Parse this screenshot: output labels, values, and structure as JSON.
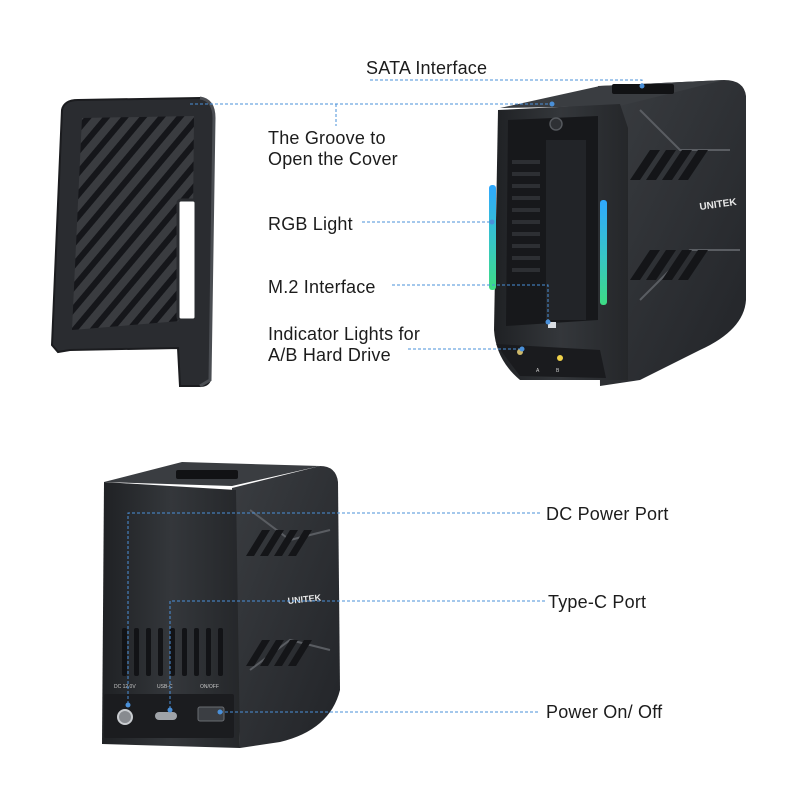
{
  "top_product": {
    "brand_logo_text": "UNITEK",
    "slot_labels": [
      "A",
      "B"
    ],
    "callouts": {
      "sata_interface": "SATA Interface",
      "groove_line1": "The Groove to",
      "groove_line2": "Open the Cover",
      "rgb_light": "RGB Light",
      "m2_interface": "M.2 Interface",
      "indicator_line1": "Indicator Lights for",
      "indicator_line2": "A/B Hard Drive"
    }
  },
  "bottom_product": {
    "brand_logo_text": "UNITEK",
    "port_labels": {
      "dc": "DC 12.0V",
      "usbc": "USB-C",
      "power": "ON/OFF"
    },
    "callouts": {
      "dc_power_port": "DC Power Port",
      "type_c_port": "Type-C Port",
      "power_switch": "Power On/ Off"
    }
  },
  "colors": {
    "leader_line": "#4a90d9",
    "rgb_glow_top": "#2fa8ff",
    "rgb_glow_bottom": "#3ddc84",
    "body_dark": "#2b2d30"
  }
}
